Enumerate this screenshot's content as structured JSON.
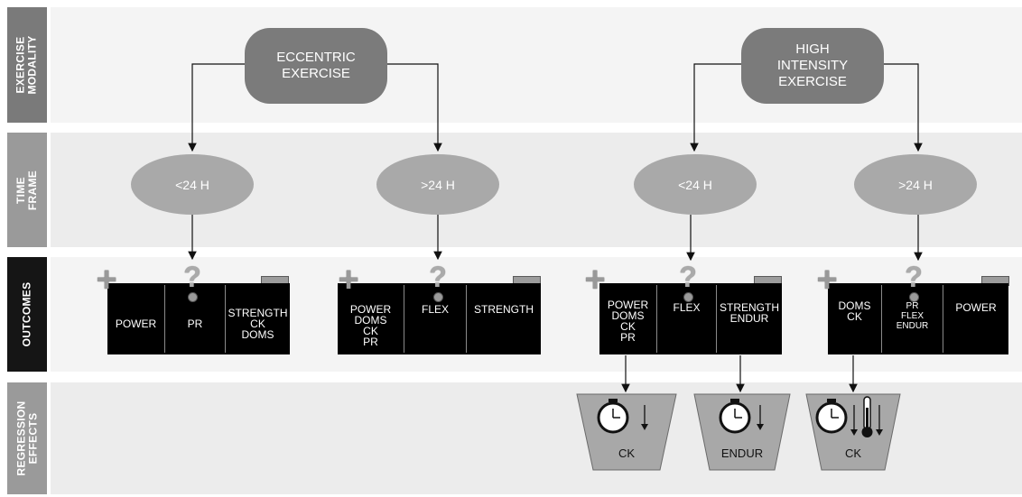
{
  "rows": {
    "modality": "EXERCISE\nMODALITY",
    "timeframe": "TIME FRAME",
    "outcomes": "OUTCOMES",
    "regression": "REGRESSION\nEFFECTS"
  },
  "modalities": {
    "eccentric": "ECCENTRIC\nEXERCISE",
    "high_intensity": "HIGH\nINTENSITY\nEXERCISE"
  },
  "timeframes": [
    "<24 H",
    ">24 H",
    "<24 H",
    ">24 H"
  ],
  "outcomes": [
    {
      "cells": [
        "POWER",
        "PR",
        "STRENGTH\nCK\nDOMS"
      ]
    },
    {
      "cells": [
        "POWER\nDOMS\nCK\nPR",
        "FLEX",
        "STRENGTH"
      ]
    },
    {
      "cells": [
        "POWER\nDOMS\nCK\nPR",
        "FLEX",
        "STRENGTH\nENDUR"
      ]
    },
    {
      "cells": [
        "DOMS\nCK",
        "PR\nFLEX\nENDUR",
        "POWER"
      ]
    }
  ],
  "plus_symbol": "+",
  "question_symbol": "?",
  "regression": [
    {
      "label": "CK",
      "icons": [
        "stopwatch-icon",
        "arrow-down-icon"
      ]
    },
    {
      "label": "ENDUR",
      "icons": [
        "stopwatch-icon",
        "arrow-down-icon"
      ]
    },
    {
      "label": "CK",
      "icons": [
        "stopwatch-icon",
        "arrow-down-icon",
        "thermometer-icon",
        "arrow-down-icon"
      ]
    }
  ]
}
